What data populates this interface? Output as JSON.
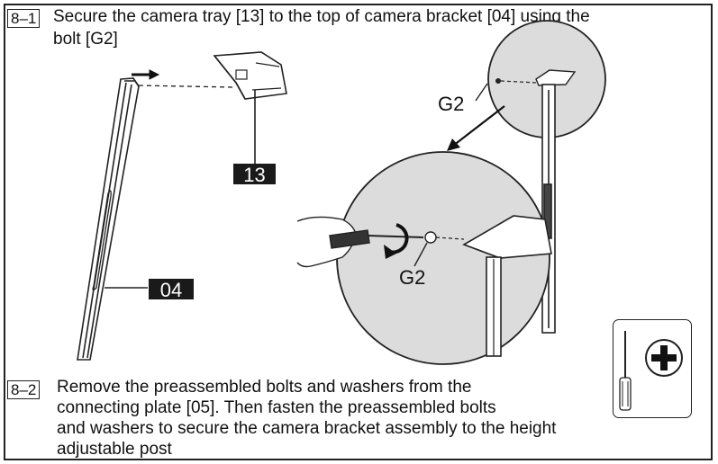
{
  "step1": {
    "number": "8–1",
    "text_line1": "Secure the camera tray [13] to the top of camera bracket [04] using the",
    "text_line2": "bolt [G2]"
  },
  "step2": {
    "number": "8–2",
    "text_line1": "Remove the preassembled bolts and washers from the",
    "text_line2": "connecting plate [05]. Then fasten the preassembled bolts",
    "text_line3": "and washers to secure the camera bracket assembly to the height",
    "text_line4": "adjustable post"
  },
  "labels": {
    "part_tray": "13",
    "part_bracket": "04",
    "bolt_top": "G2",
    "bolt_detail": "G2"
  },
  "tool_icons": [
    "screwdriver-icon",
    "phillips-head-icon"
  ]
}
